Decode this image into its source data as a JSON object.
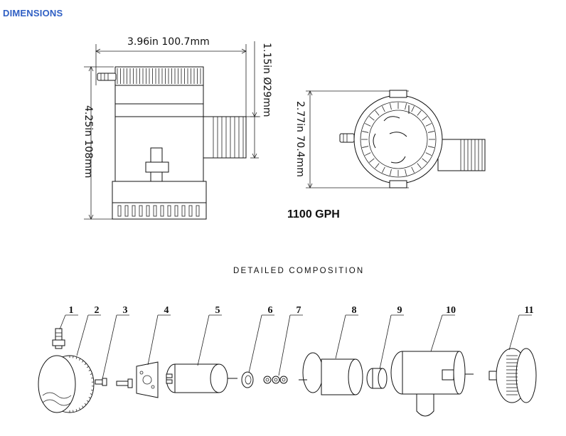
{
  "header": {
    "title": "DIMENSIONS"
  },
  "dimensions": {
    "width": "3.96in 100.7mm",
    "outlet": "1.15in Ø29mm",
    "height": "4.25in 108mm",
    "base": "2.77in 70.4mm"
  },
  "model_label": "1100 GPH",
  "composition": {
    "title": "DETAILED COMPOSITION",
    "parts": [
      "1",
      "2",
      "3",
      "4",
      "5",
      "6",
      "7",
      "8",
      "9",
      "10",
      "11"
    ]
  }
}
